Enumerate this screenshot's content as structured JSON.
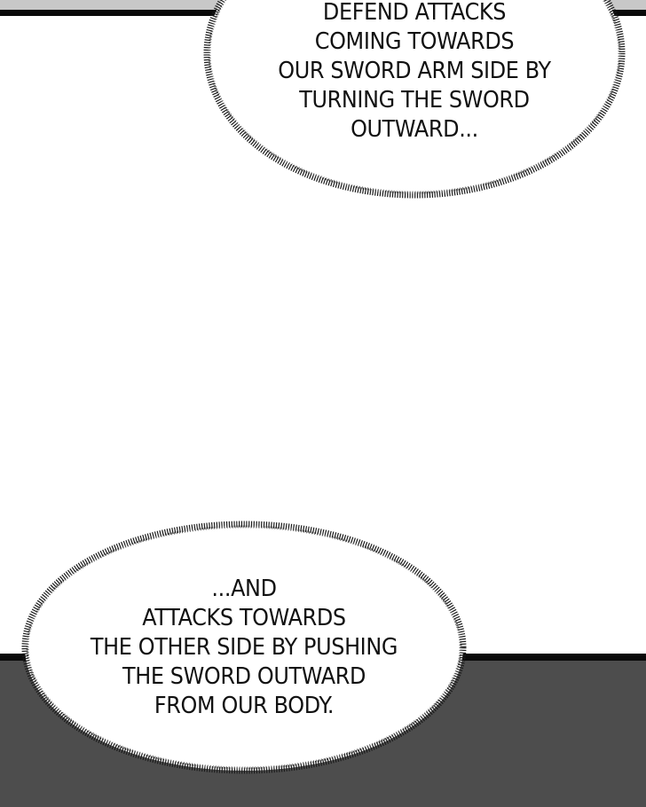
{
  "page": {
    "type": "comic-panel",
    "colors": {
      "top_band": "#c8c8c8",
      "panel_border": "#0a0a0a",
      "bottom_fill": "#4d4d4d",
      "bubble_fill": "#ffffff",
      "text": "#111111"
    }
  },
  "bubbles": [
    {
      "id": "top",
      "lines": [
        "DEFEND ATTACKS",
        "COMING TOWARDS",
        "OUR SWORD ARM SIDE BY",
        "TURNING THE SWORD",
        "OUTWARD..."
      ]
    },
    {
      "id": "bottom",
      "lines": [
        "...AND",
        "ATTACKS TOWARDS",
        "THE OTHER SIDE BY PUSHING",
        "THE SWORD OUTWARD",
        "FROM OUR BODY."
      ]
    }
  ]
}
